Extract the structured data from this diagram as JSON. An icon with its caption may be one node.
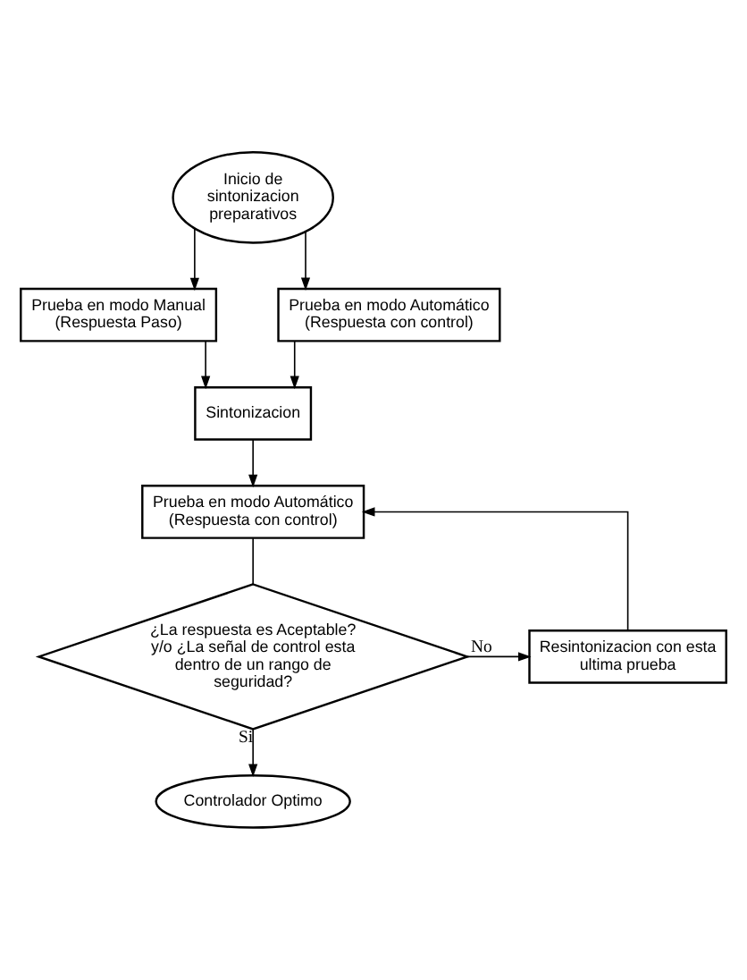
{
  "diagram": {
    "nodes": [
      {
        "text": [
          "Inicio de sintonizacion preparativos"
        ]
      },
      {
        "text": [
          "Prueba en modo Manual (Respuesta Paso)"
        ]
      },
      {
        "text": [
          "Prueba en modo Automático (Respuesta con control)"
        ]
      },
      {
        "text": [
          "Sintonizacion"
        ]
      },
      {
        "text": [
          "Prueba en modo Automático (Respuesta con control)"
        ]
      },
      {
        "text": [
          "¿La respuesta es Aceptable? y/o ¿La señal de control esta dentro de un rango de seguridad?"
        ]
      },
      {
        "text": [
          "Resintonizacion con esta ultima prueba"
        ]
      },
      {
        "text": [
          "Controlador Optimo"
        ]
      }
    ],
    "edges": [
      {
        "from": 0,
        "to": 1,
        "arrow": "to"
      },
      {
        "from": 0,
        "to": 2,
        "arrow": "to"
      },
      {
        "from": 1,
        "to": 3,
        "arrow": "to"
      },
      {
        "from": 2,
        "to": 3,
        "arrow": "to"
      },
      {
        "from": 3,
        "to": 4,
        "arrow": "to"
      },
      {
        "from": 4,
        "to": 5,
        "arrow": "none"
      },
      {
        "from": 5,
        "to": 6,
        "label": "No",
        "arrow": "to"
      },
      {
        "from": 6,
        "to": 4,
        "arrow": "to"
      },
      {
        "from": 5,
        "to": 7,
        "label": "Si",
        "arrow": "to"
      }
    ]
  }
}
